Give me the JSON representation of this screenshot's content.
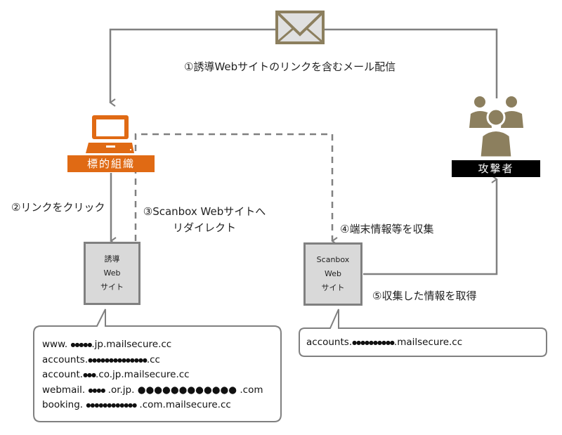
{
  "diagram": {
    "colors": {
      "line": "#808080",
      "org_orange": "#e06a14",
      "attacker_taupe": "#8c7f5e",
      "site_fill": "#d9d9d9",
      "envelope_fill": "#d9d9d9",
      "envelope_stroke": "#8c7f5e"
    },
    "nodes": {
      "target_org": {
        "label": "標的組織",
        "icon": "laptop-icon"
      },
      "attacker": {
        "label": "攻撃者",
        "icon": "people-group-icon"
      },
      "lure_site": {
        "lines": [
          "誘導",
          "Web",
          "サイト"
        ]
      },
      "scanbox_site": {
        "lines": [
          "Scanbox",
          "Web",
          "サイト"
        ]
      },
      "mail": {
        "icon": "envelope-icon"
      }
    },
    "steps": {
      "step1": "①誘導Webサイトのリンクを含むメール配信",
      "step2": "②リンクをクリック",
      "step3_line1": "③Scanbox Webサイトへ",
      "step3_line2": "リダイレクト",
      "step4": "④端末情報等を収集",
      "step5": "⑤収集した情報を取得"
    },
    "lure_domains": [
      {
        "prefix": "www. ",
        "mask": "●●●●●",
        "suffix": ".jp.mailsecure.cc"
      },
      {
        "prefix": "accounts.",
        "mask": "●●●●●●●●●●●●●●",
        "suffix": ".cc"
      },
      {
        "prefix": "account.",
        "mask": "●●●",
        "suffix": ".co.jp.mailsecure.cc"
      },
      {
        "prefix": "webmail. ",
        "mask": "●●●●",
        "suffix": " .or.jp. ●●●●●●●●●●●● .com"
      },
      {
        "prefix": "booking. ",
        "mask": "●●●●●●●●●●●●",
        "suffix": " .com.mailsecure.cc"
      }
    ],
    "scanbox_domains": [
      {
        "prefix": "accounts.",
        "mask": "●●●●●●●●●●",
        "suffix": ".mailsecure.cc"
      }
    ]
  }
}
